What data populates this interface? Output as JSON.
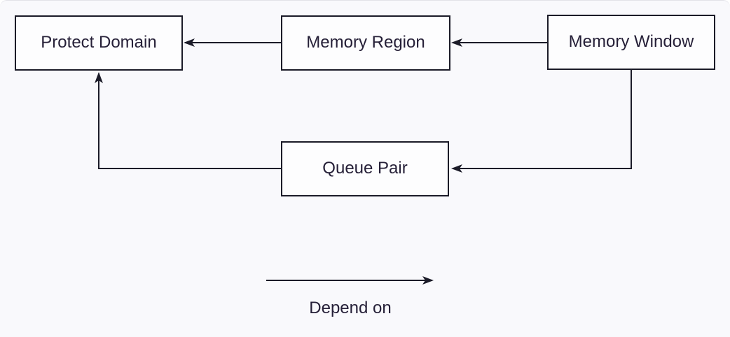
{
  "diagram": {
    "type": "dependency-diagram",
    "nodes": [
      {
        "id": "protect-domain",
        "label": "Protect Domain"
      },
      {
        "id": "memory-region",
        "label": "Memory Region"
      },
      {
        "id": "memory-window",
        "label": "Memory Window"
      },
      {
        "id": "queue-pair",
        "label": "Queue Pair"
      }
    ],
    "edges": [
      {
        "from": "Memory Region",
        "to": "Protect Domain",
        "relation": "Depend on"
      },
      {
        "from": "Memory Window",
        "to": "Memory Region",
        "relation": "Depend on"
      },
      {
        "from": "Memory Window",
        "to": "Queue Pair",
        "relation": "Depend on"
      },
      {
        "from": "Queue Pair",
        "to": "Protect Domain",
        "relation": "Depend on"
      }
    ],
    "legend": {
      "symbol": "right-arrow",
      "label": "Depend on"
    },
    "colors": {
      "background": "#f9f9fc",
      "node_fill": "#fdfdfe",
      "stroke": "#1b1b28",
      "text": "#262038"
    }
  }
}
